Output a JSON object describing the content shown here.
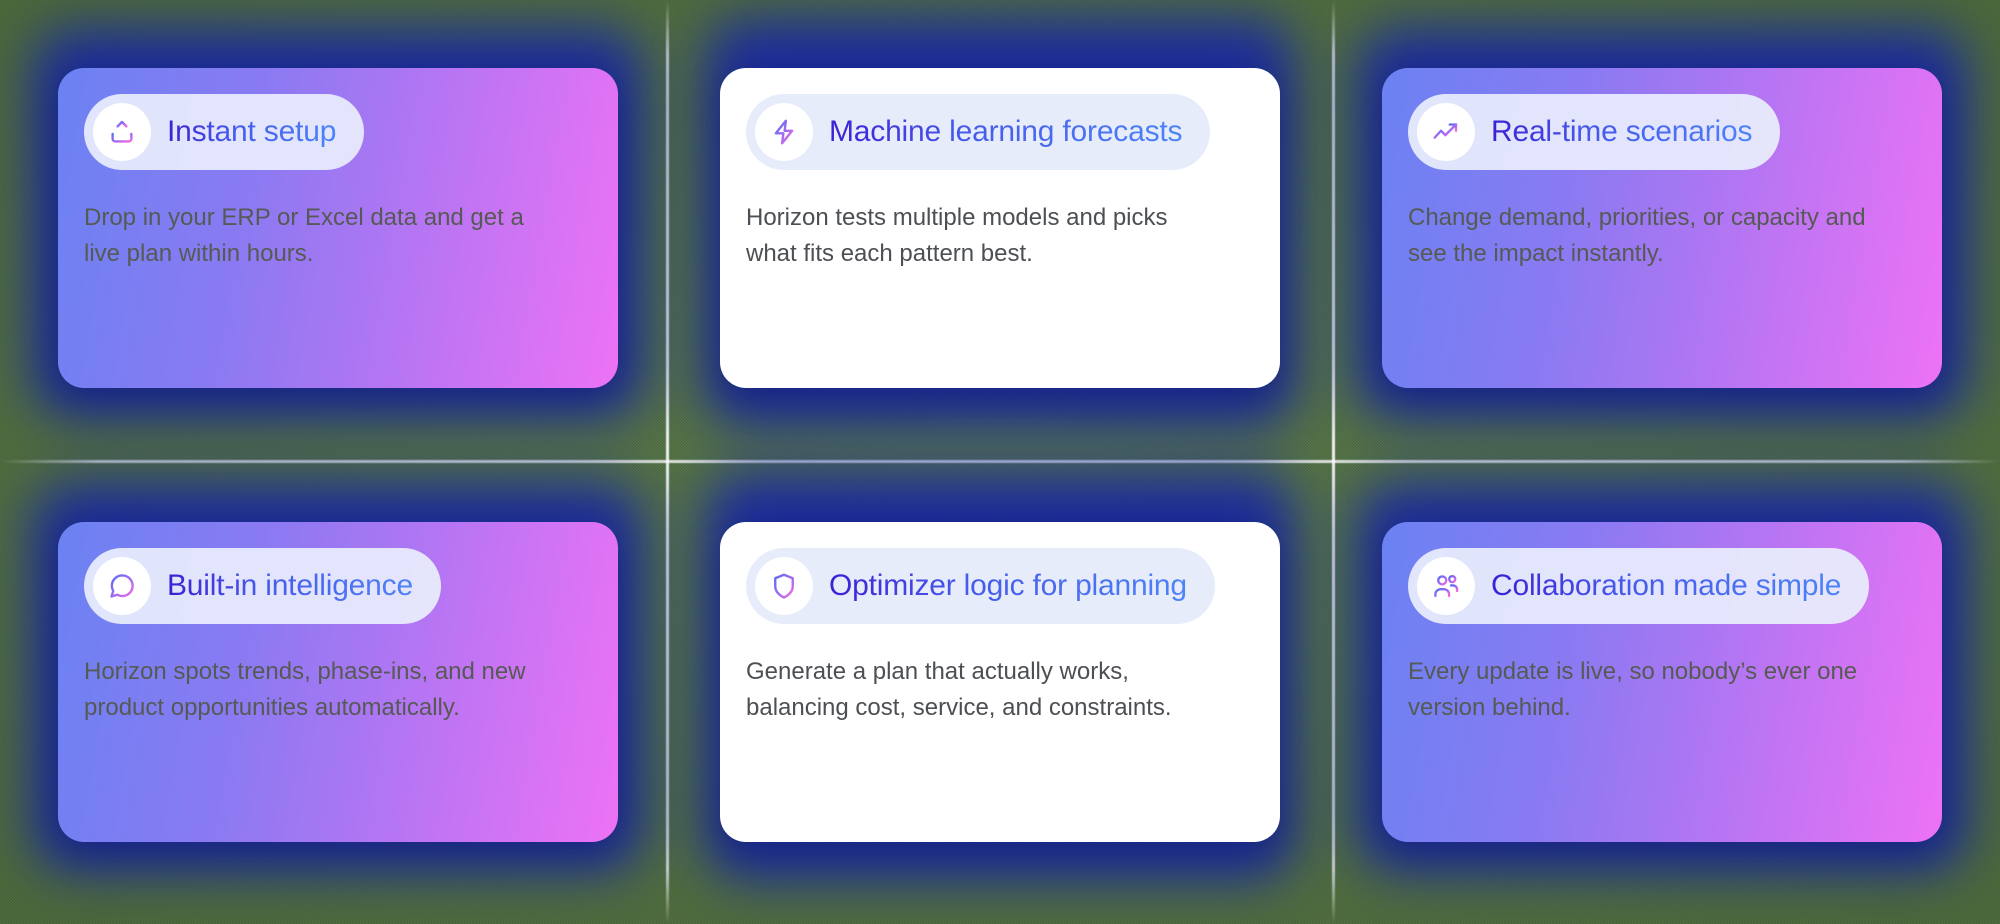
{
  "theme": {
    "background_color": "#4e6d3c",
    "halo_color": "#1b2a9e",
    "card_gradient_start": "#6b82f2",
    "card_gradient_end": "#ed72f5",
    "title_gradient_start": "#3d1fd4",
    "title_gradient_end": "#4e84f7",
    "pill_background": "#e8ecfc",
    "body_text_color": "#565a55",
    "plain_card_background": "#ffffff"
  },
  "cards": [
    {
      "id": "instant-setup",
      "icon": "upload-icon",
      "title": "Instant setup",
      "body": "Drop in your ERP or Excel data and get a live plan within hours.",
      "style": "gradient"
    },
    {
      "id": "machine-learning-forecasts",
      "icon": "lightning-bolt-icon",
      "title": "Machine learning forecasts",
      "body": "Horizon tests multiple models and picks what fits each pattern best.",
      "style": "plain"
    },
    {
      "id": "real-time-scenarios",
      "icon": "trending-up-icon",
      "title": "Real-time scenarios",
      "body": "Change demand, priorities, or capacity and see the impact instantly.",
      "style": "gradient"
    },
    {
      "id": "built-in-intelligence",
      "icon": "chat-bubble-icon",
      "title": "Built-in intelligence",
      "body": "Horizon spots trends, phase-ins, and new product opportunities automatically.",
      "style": "gradient"
    },
    {
      "id": "optimizer-logic-for-planning",
      "icon": "shield-icon",
      "title": "Optimizer logic for planning",
      "body": "Generate a plan that actually works, balancing cost, service, and constraints.",
      "style": "plain"
    },
    {
      "id": "collaboration-made-simple",
      "icon": "users-icon",
      "title": "Collaboration made simple",
      "body": "Every update is live, so nobody’s ever one version behind.",
      "style": "gradient"
    }
  ]
}
